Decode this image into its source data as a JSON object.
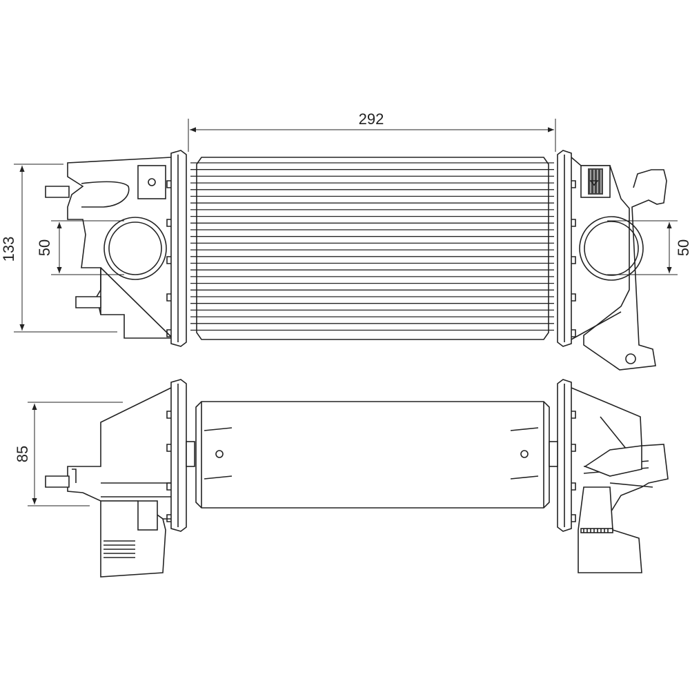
{
  "dimensions": {
    "width": "292",
    "height": "133",
    "left_port": "50",
    "right_port": "50",
    "depth": "85"
  }
}
